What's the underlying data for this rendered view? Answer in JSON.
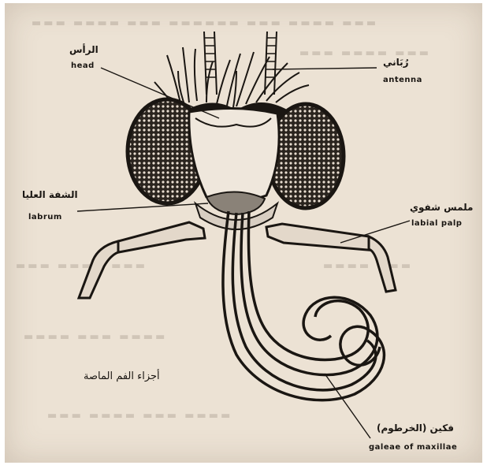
{
  "labels": {
    "head": {
      "ar": "الرأس",
      "en": "head"
    },
    "antenna": {
      "ar": "رُبَاني",
      "en": "antenna"
    },
    "labrum": {
      "ar": "الشفة العليا",
      "en": "labrum"
    },
    "labial_palp": {
      "ar": "ملمس شفوي",
      "en": "labial palp"
    },
    "galeae": {
      "ar": "فكين (الخرطوم)",
      "en": "galeae of maxillae"
    }
  },
  "caption": "أجزاء الفم الماصة",
  "colors": {
    "paper": "#ece2d4",
    "ink": "#1a1612",
    "labrum_fill": "#8a8278"
  }
}
